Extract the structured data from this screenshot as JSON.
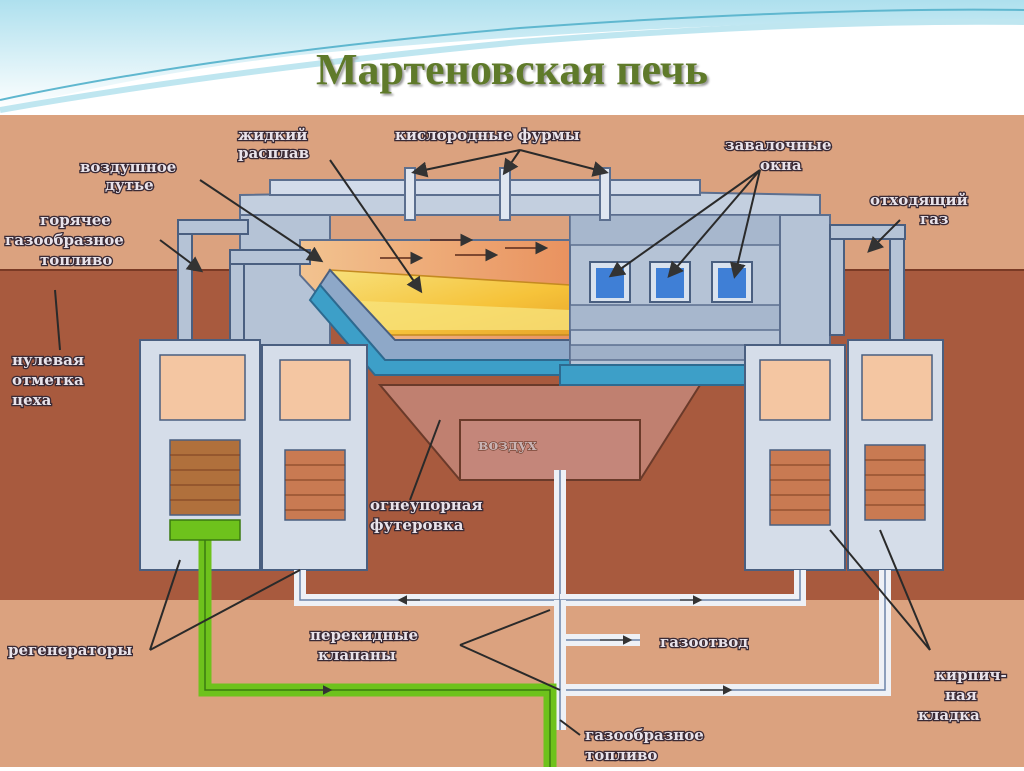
{
  "title": "Мартеновская печь",
  "colors": {
    "background": "#dba27f",
    "ground": "#a85a3e",
    "steel": "#b5c3d6",
    "steel_dark": "#6b84a8",
    "brick": "#c97a52",
    "green_fuel": "#6ec21c",
    "melt": "#f5d23c",
    "window": "#3f7fd6",
    "title_text": "#5f7a2a"
  },
  "labels": {
    "liquid_melt": [
      "жидкий",
      "расплав"
    ],
    "oxygen_lances": "кислородные фурмы",
    "charging_windows": [
      "завалочные",
      "окна"
    ],
    "air_blast": [
      "воздушное",
      "дутье"
    ],
    "hot_gas_fuel": [
      "горячее",
      "газообразное",
      "топливо"
    ],
    "exhaust_gas": [
      "отходящий",
      "газ"
    ],
    "zero_mark": [
      "нулевая",
      "отметка",
      "цеха"
    ],
    "air": "воздух",
    "refractory_lining": [
      "огнеупорная",
      "футеровка"
    ],
    "regenerators": "регенераторы",
    "reversing_valves": [
      "перекидные",
      "клапаны"
    ],
    "gas_outlet": "газоотвод",
    "brickwork": [
      "кирпич-",
      "ная",
      "кладка"
    ],
    "gas_fuel": [
      "газообразное",
      "топливо"
    ]
  }
}
